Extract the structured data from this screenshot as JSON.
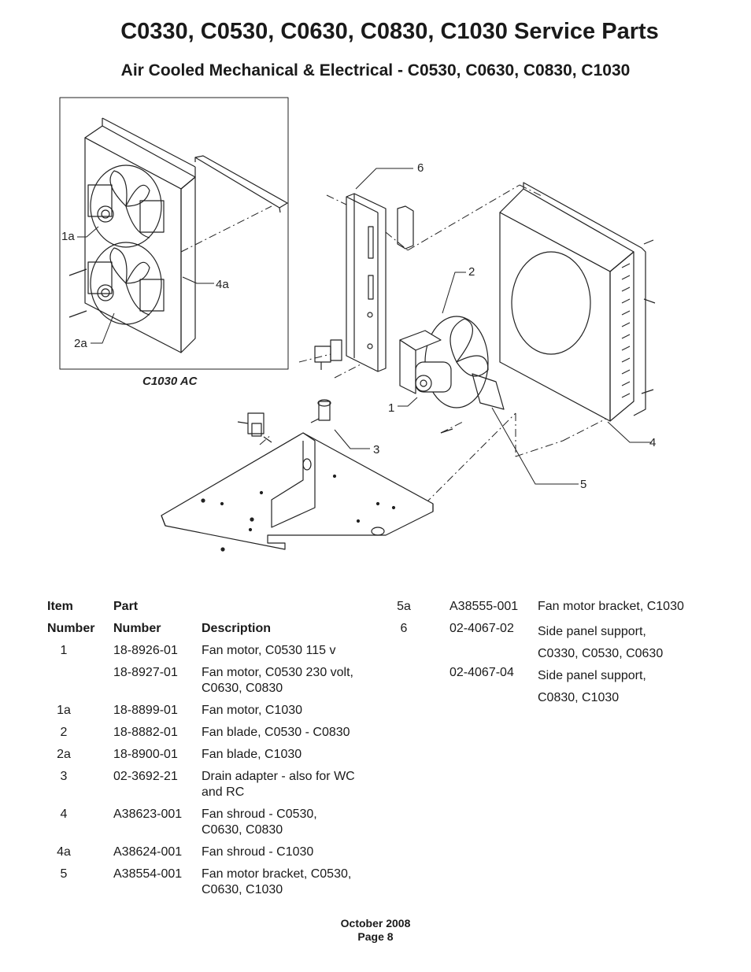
{
  "page": {
    "title": "C0330, C0530, C0630, C0830, C1030 Service Parts",
    "subtitle": "Air Cooled Mechanical & Electrical - C0530, C0630, C0830, C1030"
  },
  "diagram": {
    "inset_caption": "C1030 AC",
    "callouts": [
      "1a",
      "4a",
      "2a",
      "6",
      "2",
      "1",
      "3",
      "4",
      "5"
    ]
  },
  "table": {
    "headers": {
      "item_line1": "Item",
      "item_line2": "Number",
      "part_line1": "Part",
      "part_line2": "Number",
      "description": "Description"
    },
    "left_rows": [
      {
        "item": "1",
        "part": "18-8926-01",
        "desc": [
          "Fan motor, C0530 115 v"
        ]
      },
      {
        "item": "",
        "part": "18-8927-01",
        "desc": [
          "Fan motor, C0530 230 volt,",
          "C0630, C0830"
        ]
      },
      {
        "item": "1a",
        "part": "18-8899-01",
        "desc": [
          "Fan motor, C1030"
        ]
      },
      {
        "item": "2",
        "part": "18-8882-01",
        "desc": [
          "Fan blade, C0530 - C0830"
        ]
      },
      {
        "item": "2a",
        "part": "18-8900-01",
        "desc": [
          "Fan blade, C1030"
        ]
      },
      {
        "item": "3",
        "part": "02-3692-21",
        "desc": [
          "Drain adapter - also for WC",
          "and RC"
        ]
      },
      {
        "item": "4",
        "part": "A38623-001",
        "desc": [
          "Fan shroud - C0530,",
          "C0630, C0830"
        ]
      },
      {
        "item": "4a",
        "part": "A38624-001",
        "desc": [
          "Fan shroud - C1030"
        ]
      },
      {
        "item": "5",
        "part": "A38554-001",
        "desc": [
          "Fan motor bracket, C0530,",
          "C0630, C1030"
        ]
      }
    ],
    "right_rows": [
      {
        "item": "5a",
        "part": "A38555-001",
        "desc": [
          "Fan motor bracket, C1030"
        ]
      },
      {
        "item": "6",
        "part": "02-4067-02",
        "desc": [
          "Side panel support,",
          "C0330, C0530, C0630"
        ]
      },
      {
        "item": "",
        "part": "02-4067-04",
        "desc": [
          "Side panel support,",
          "C0830, C1030"
        ]
      }
    ]
  },
  "footer": {
    "date": "October 2008",
    "page": "Page 8"
  }
}
